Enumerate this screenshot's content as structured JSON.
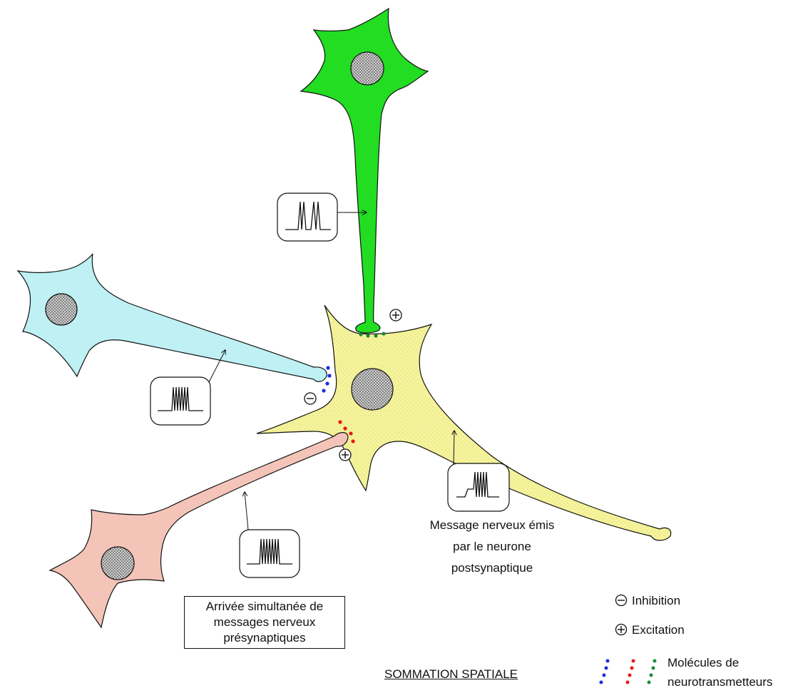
{
  "title": "SOMMATION SPATIALE",
  "presynaptic_box": {
    "lines": [
      "Arrivée simultanée de",
      "messages nerveux",
      "présynaptiques"
    ]
  },
  "postsynaptic_caption": {
    "lines": [
      "Message nerveux  émis",
      "par le neurone",
      "postsynaptique"
    ]
  },
  "synapse_signs": {
    "green": "+",
    "blue": "−",
    "red": "+"
  },
  "legend": {
    "inhibition_symbol": "−",
    "inhibition_label": "Inhibition",
    "excitation_symbol": "+",
    "excitation_label": "Excitation",
    "molecules_line1": "Molécules de",
    "molecules_line2": "neurotransmetteurs",
    "dot_colors": [
      "#1a2fe0",
      "#e81818",
      "#1a8a3a"
    ]
  },
  "colors": {
    "green_neuron": "#22dd22",
    "blue_neuron": "#bff0f4",
    "red_neuron": "#f4c4b8",
    "yellow_neuron": "#f6f49a",
    "nucleus": "#c8c8c8"
  }
}
